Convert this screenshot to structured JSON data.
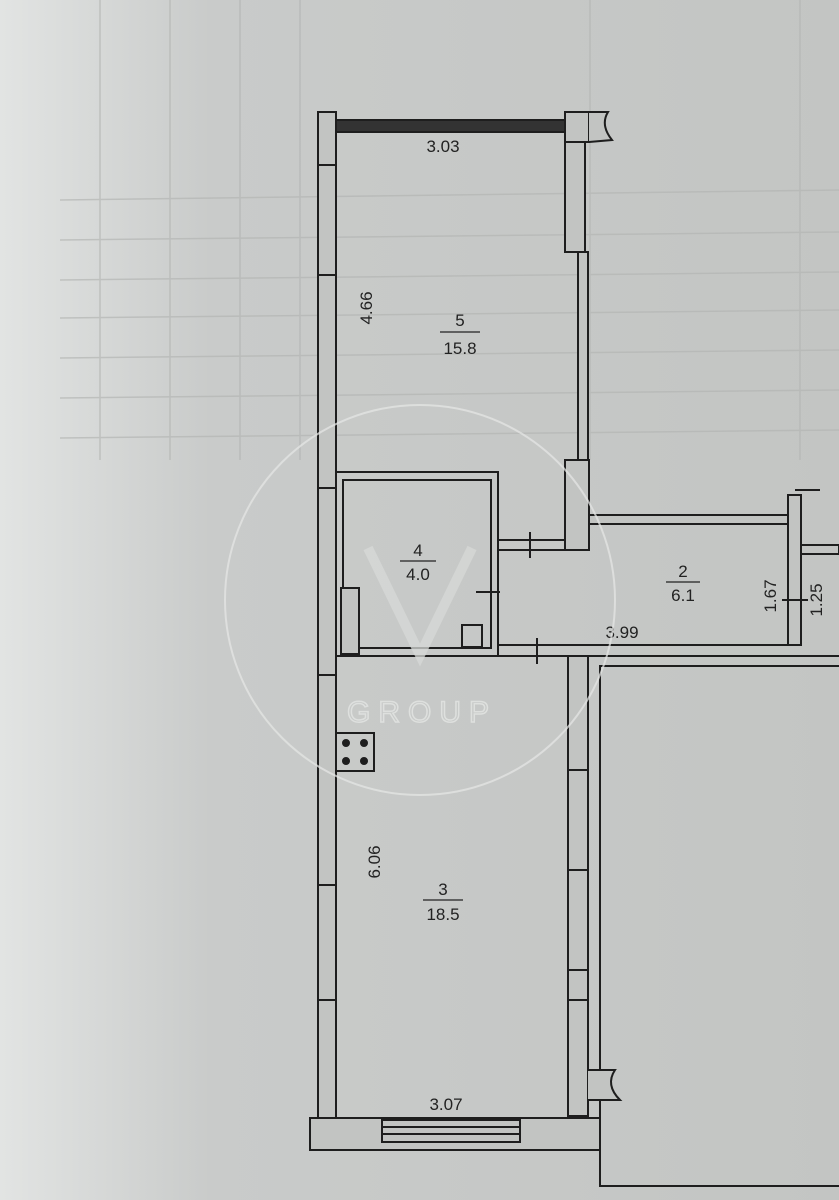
{
  "plan": {
    "rooms": [
      {
        "number": "5",
        "area": "15.8"
      },
      {
        "number": "4",
        "area": "4.0"
      },
      {
        "number": "2",
        "area": "6.1"
      },
      {
        "number": "3",
        "area": "18.5"
      }
    ],
    "dimensions": {
      "balcony_width": "3.03",
      "room5_length": "4.66",
      "corridor_length": "3.99",
      "door_width_a": "1.67",
      "door_width_b": "1.25",
      "room3_length": "6.06",
      "room3_width": "3.07"
    }
  },
  "watermark": {
    "text": "GROUP"
  },
  "colors": {
    "paper": "#c6c8c6",
    "wall_fill": "#c2c4c2",
    "line": "#1e1e1e"
  }
}
